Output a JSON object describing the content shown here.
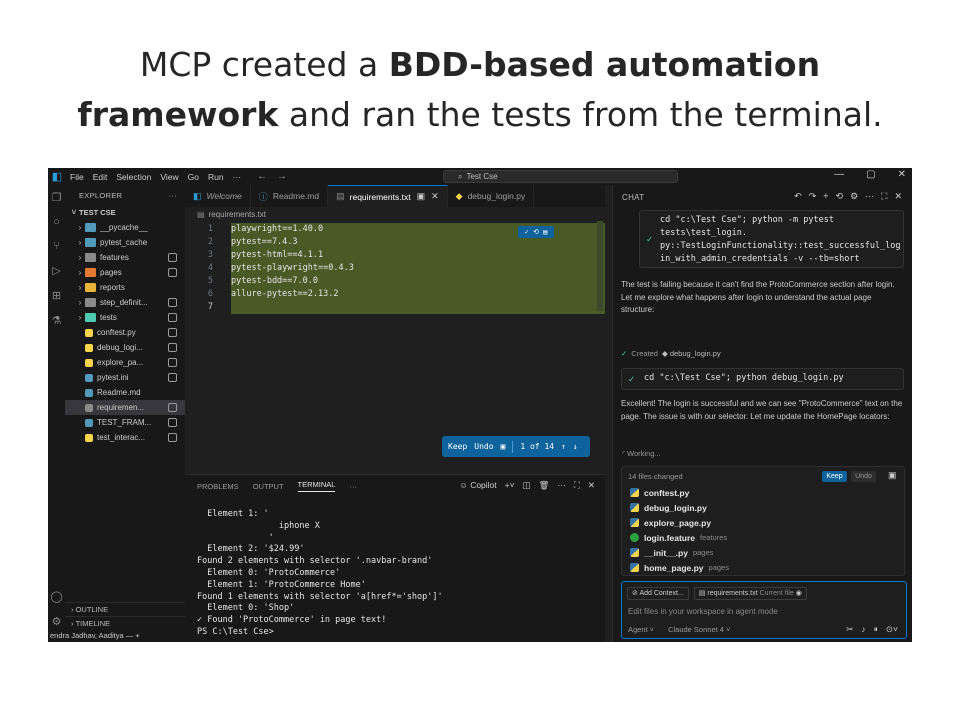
{
  "slide": {
    "title_line1_pre": "MCP created a ",
    "title_line1_bold": "BDD-based automation",
    "title_line2_bold": "framework",
    "title_line2_post": " and ran the tests from the terminal."
  },
  "window": {
    "menu": [
      "File",
      "Edit",
      "Selection",
      "View",
      "Go",
      "Run",
      "···"
    ],
    "search": "Test Cse",
    "controls": [
      "—",
      "▢",
      "✕"
    ]
  },
  "explorer": {
    "header": "EXPLORER",
    "root": "TEST CSE",
    "items": [
      {
        "label": "__pycache__",
        "folder": true,
        "color": "#519aba",
        "badge": false
      },
      {
        "label": "pytest_cache",
        "folder": true,
        "color": "#519aba",
        "badge": false
      },
      {
        "label": "features",
        "folder": true,
        "color": "#8a8a8a",
        "badge": true
      },
      {
        "label": "pages",
        "folder": true,
        "color": "#e37933",
        "badge": true
      },
      {
        "label": "reports",
        "folder": true,
        "color": "#e8b339",
        "badge": false
      },
      {
        "label": "step_definit...",
        "folder": true,
        "color": "#8a8a8a",
        "badge": true
      },
      {
        "label": "tests",
        "folder": true,
        "color": "#4ec9b0",
        "badge": true
      },
      {
        "label": "conftest.py",
        "folder": false,
        "color": "#f7d44c",
        "badge": true
      },
      {
        "label": "debug_logi...",
        "folder": false,
        "color": "#f7d44c",
        "badge": true
      },
      {
        "label": "explore_pa...",
        "folder": false,
        "color": "#f7d44c",
        "badge": true
      },
      {
        "label": "pytest.ini",
        "folder": false,
        "color": "#519aba",
        "badge": true
      },
      {
        "label": "Readme.md",
        "folder": false,
        "color": "#519aba",
        "badge": false
      },
      {
        "label": "requiremen...",
        "folder": false,
        "color": "#8a8a8a",
        "badge": true,
        "selected": true
      },
      {
        "label": "TEST_FRAM...",
        "folder": false,
        "color": "#519aba",
        "badge": true
      },
      {
        "label": "test_interac...",
        "folder": false,
        "color": "#f7d44c",
        "badge": true
      }
    ],
    "outline": "OUTLINE",
    "timeline": "TIMELINE"
  },
  "tabs": [
    {
      "label": "Welcome",
      "icon": "vscode-icon",
      "active": false,
      "closable": false
    },
    {
      "label": "Readme.md",
      "icon": "info-icon",
      "active": false,
      "closable": false
    },
    {
      "label": "requirements.txt",
      "icon": "file-icon",
      "active": true,
      "closable": true
    },
    {
      "label": "debug_login.py",
      "icon": "python-icon",
      "active": false,
      "closable": false
    }
  ],
  "editor": {
    "breadcrumb": "requirements.txt",
    "lines": [
      "playwright==1.40.0",
      "pytest==7.4.3",
      "pytest-html==4.1.1",
      "pytest-playwright==0.4.3",
      "pytest-bdd==7.0.0",
      "allure-pytest==2.13.2",
      ""
    ],
    "inline_toolbar": "✓ ⟲ ▤",
    "keep_bar": {
      "keep": "Keep",
      "undo": "Undo",
      "count": "1 of 14"
    }
  },
  "panel": {
    "tabs": [
      "PROBLEMS",
      "OUTPUT",
      "TERMINAL",
      "···"
    ],
    "active_tab": "TERMINAL",
    "copilot": "Copilot",
    "terminal": [
      "  Element 1: '",
      "                iphone X",
      "              '",
      "  Element 2: '$24.99'",
      "Found 2 elements with selector '.navbar-brand'",
      "  Element 0: 'ProtoCommerce'",
      "  Element 1: 'ProtoCommerce Home'",
      "Found 1 elements with selector 'a[href*='shop']'",
      "  Element 0: 'Shop'",
      "✓ Found 'ProtoCommerce' in page text!",
      "PS C:\\Test Cse>"
    ]
  },
  "chat": {
    "header": "CHAT",
    "cmd1": [
      "cd \"c:\\Test Cse\"; python -m pytest",
      "tests\\test_login.",
      "py::TestLoginFunctionality::test_successful_log",
      "in_with_admin_credentials -v --tb=short"
    ],
    "msg1": "The test is failing because it can't find the ProtoCommerce section after login. Let me explore what happens after login to understand the actual page structure:",
    "created_label": "Created",
    "created_file": "debug_login.py",
    "cmd2": "cd \"c:\\Test Cse\"; python debug_login.py",
    "msg2": "Excellent! The login is successful and we can see \"ProtoCommerce\" text on the page. The issue is with our selector. Let me update the HomePage locators:",
    "working": "Working...",
    "changed": {
      "header": "14 files changed",
      "keep": "Keep",
      "undo": "Undo",
      "files": [
        {
          "name": "conftest.py",
          "dir": "",
          "type": "py"
        },
        {
          "name": "debug_login.py",
          "dir": "",
          "type": "py"
        },
        {
          "name": "explore_page.py",
          "dir": "",
          "type": "py"
        },
        {
          "name": "login.feature",
          "dir": "features",
          "type": "feature"
        },
        {
          "name": "__init__.py",
          "dir": "pages",
          "type": "py"
        },
        {
          "name": "home_page.py",
          "dir": "pages",
          "type": "py"
        }
      ]
    },
    "input": {
      "add_context": "Add Context...",
      "current_file": "requirements.txt",
      "current_file_tag": "Current file",
      "placeholder": "Edit files in your workspace in agent mode",
      "mode": "Agent ˅",
      "model": "Claude Sonnet 4 ˅"
    }
  },
  "statusbar": {
    "user": "endra Jadhav, Aaditya  —  +"
  }
}
